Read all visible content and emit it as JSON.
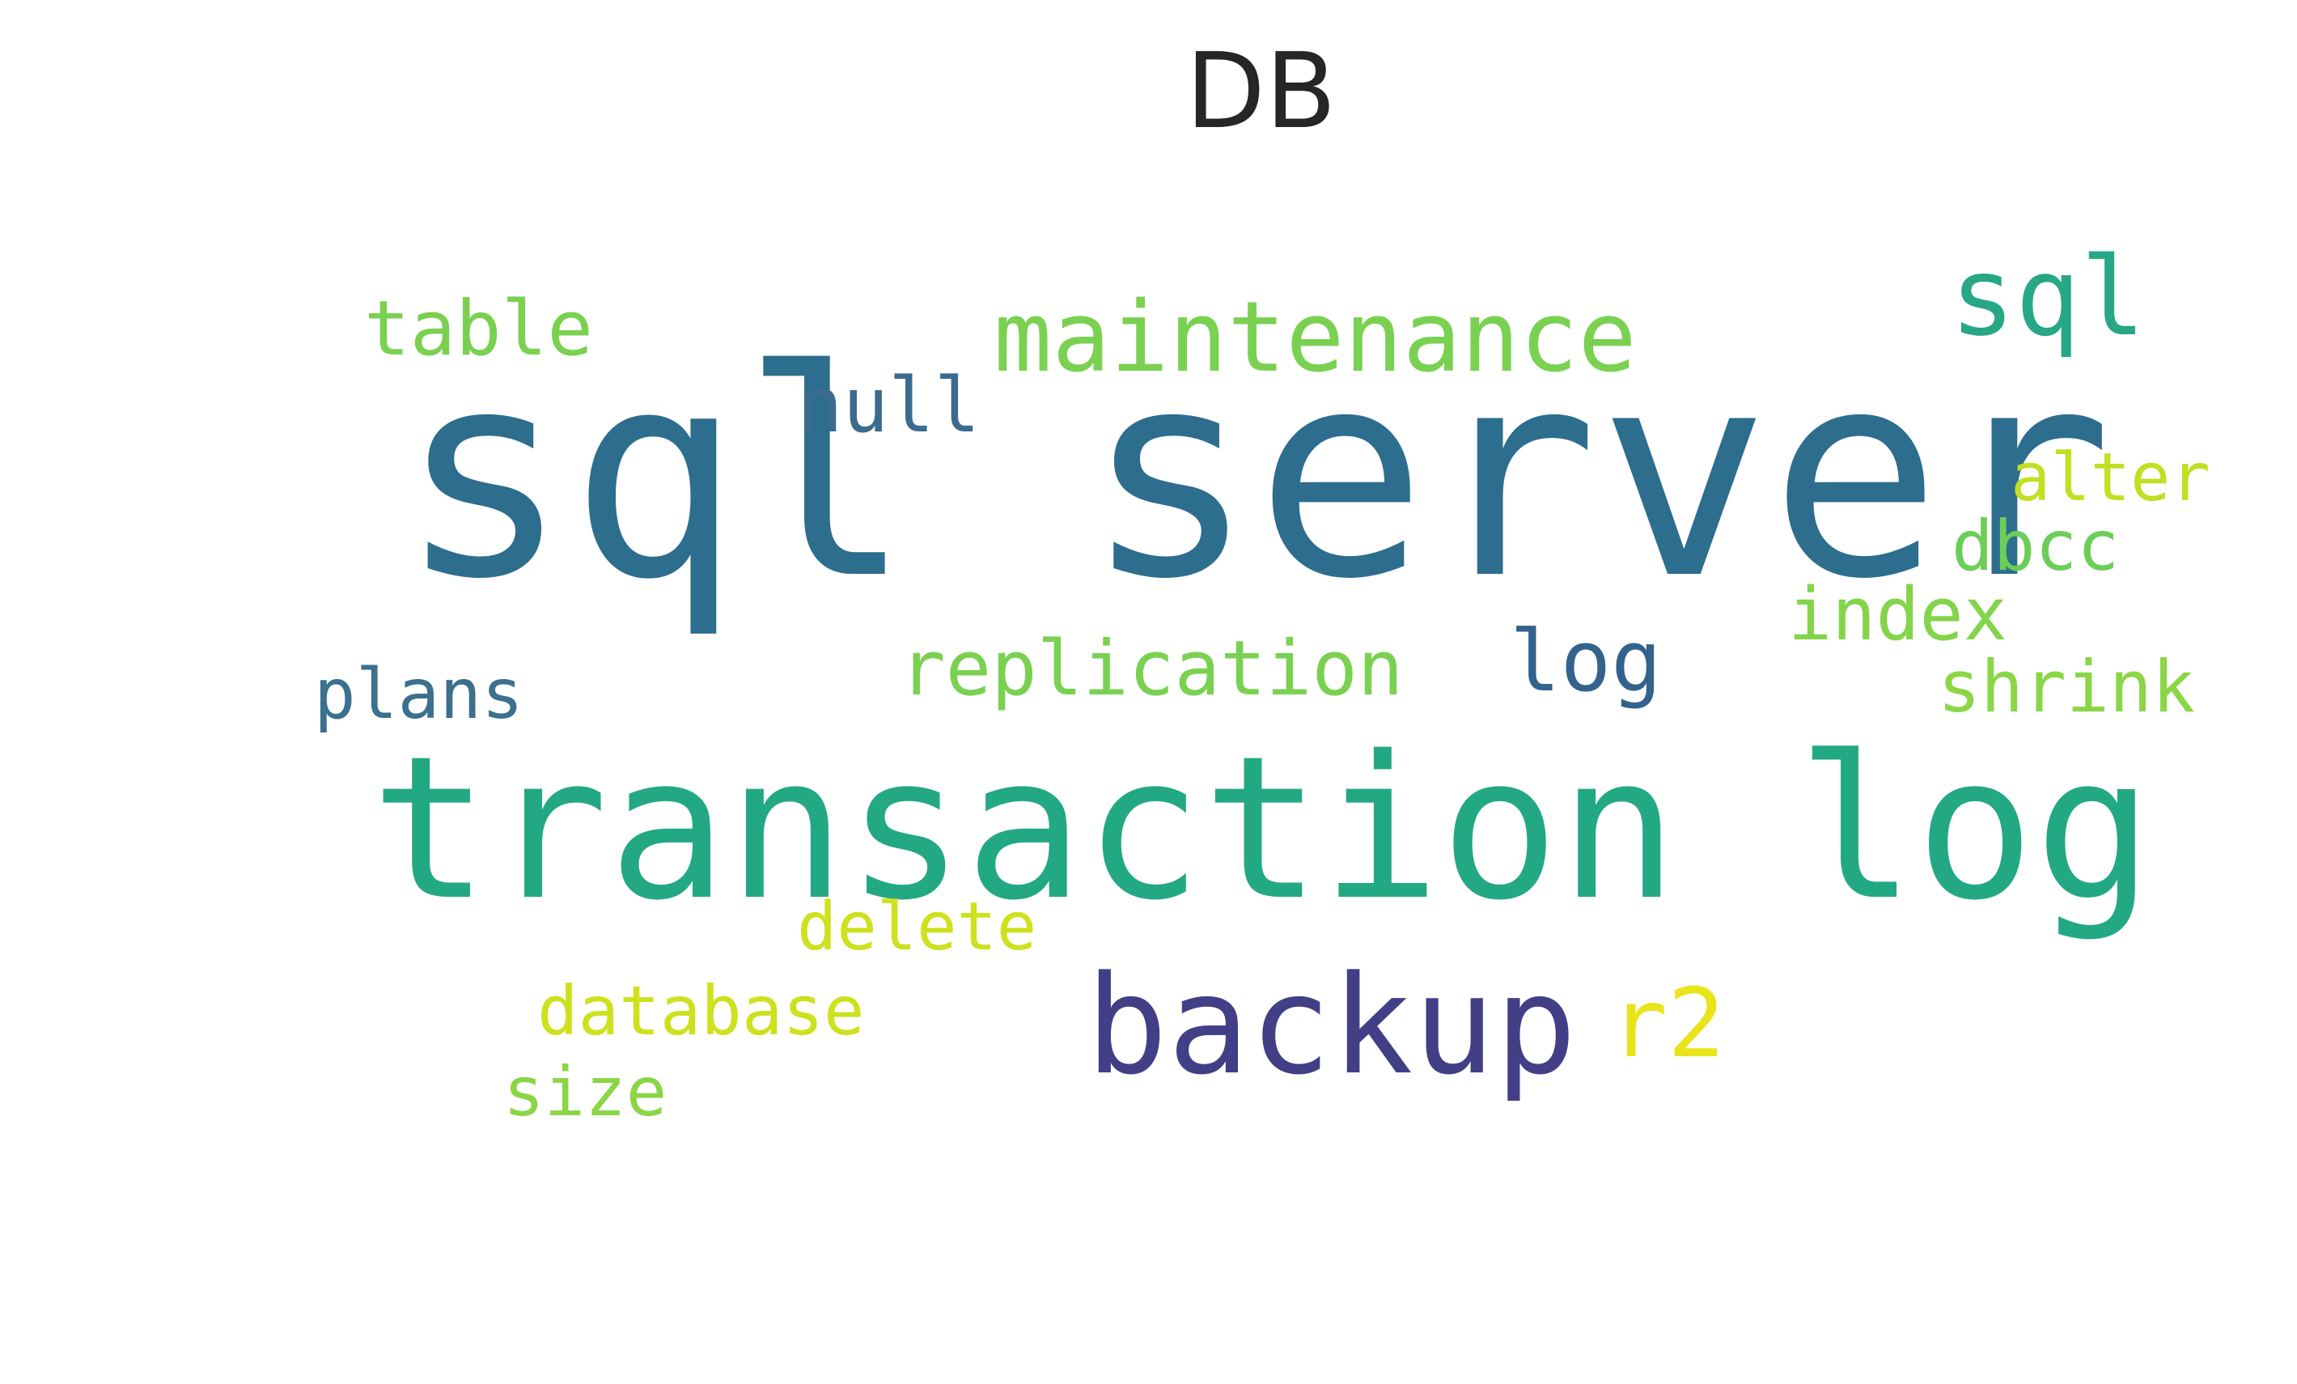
{
  "title": "DB",
  "words": [
    {
      "text": "sql server",
      "color": "#2d6d8e"
    },
    {
      "text": "transaction log",
      "color": "#23a884"
    },
    {
      "text": "backup",
      "color": "#423f87"
    },
    {
      "text": "maintenance",
      "color": "#7ad151"
    },
    {
      "text": "sql",
      "color": "#27a785"
    },
    {
      "text": "table",
      "color": "#7ad151"
    },
    {
      "text": "null",
      "color": "#3b6b8e"
    },
    {
      "text": "alter",
      "color": "#c2df23"
    },
    {
      "text": "dbcc",
      "color": "#6cce59"
    },
    {
      "text": "index",
      "color": "#84d44b"
    },
    {
      "text": "shrink",
      "color": "#8bd646"
    },
    {
      "text": "log",
      "color": "#33638d"
    },
    {
      "text": "replication",
      "color": "#7ad151"
    },
    {
      "text": "plans",
      "color": "#3b708e"
    },
    {
      "text": "delete",
      "color": "#cde11d"
    },
    {
      "text": "database",
      "color": "#cde11d"
    },
    {
      "text": "r2",
      "color": "#e8e419"
    },
    {
      "text": "size",
      "color": "#8bd646"
    }
  ]
}
